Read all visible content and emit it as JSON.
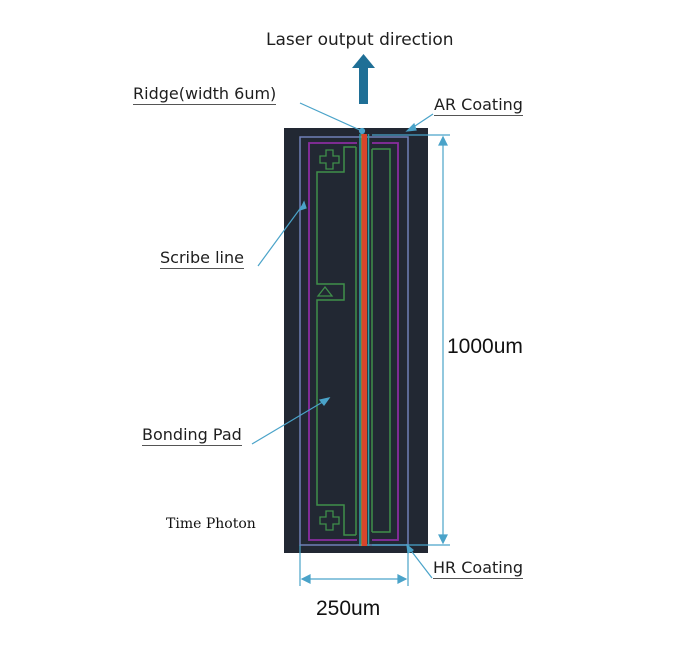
{
  "diagram": {
    "title": "Laser output direction",
    "labels": {
      "ridge": "Ridge(width 6um)",
      "ar_coating": "AR Coating",
      "scribe_line": "Scribe line",
      "bonding_pad": "Bonding Pad",
      "watermark": "Time Photon",
      "hr_coating": "HR Coating"
    },
    "dimensions": {
      "height": "1000um",
      "width": "250um"
    },
    "colors": {
      "chip_background": "#222833",
      "scribe_line": "#7080b8",
      "outline_purple": "#8a2ca0",
      "bonding_pad_outline": "#3f8f4a",
      "ridge_core": "#d8452c",
      "ridge_edge": "#2f9fa8",
      "dimension_lines": "#4aa3c9",
      "arrow": "#1f6f96"
    },
    "icons": {
      "output_arrow": "arrow-up",
      "alignment_marks": [
        "cross-mark",
        "triangle-mark",
        "cross-mark"
      ]
    }
  }
}
